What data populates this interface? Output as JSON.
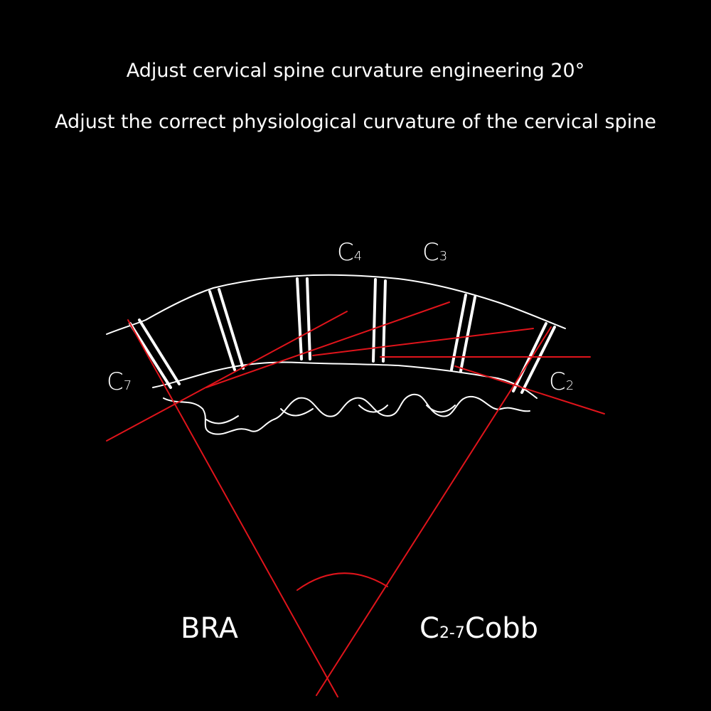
{
  "title": {
    "line1": "Adjust cervical spine curvature engineering 20°",
    "line2": "Adjust the correct physiological curvature of the cervical spine"
  },
  "labels": {
    "c4": {
      "letter": "C",
      "sub": "4"
    },
    "c3": {
      "letter": "C",
      "sub": "3"
    },
    "c7": {
      "letter": "C",
      "sub": "7"
    },
    "c2": {
      "letter": "C",
      "sub": "2"
    },
    "bra": "BRA",
    "cobb": {
      "prefix": "C",
      "sub": "2-7",
      "suffix": "Cobb"
    }
  },
  "colors": {
    "background": "#000000",
    "text": "#ffffff",
    "outline": "#ffffff",
    "measure_lines": "#e0141b"
  }
}
